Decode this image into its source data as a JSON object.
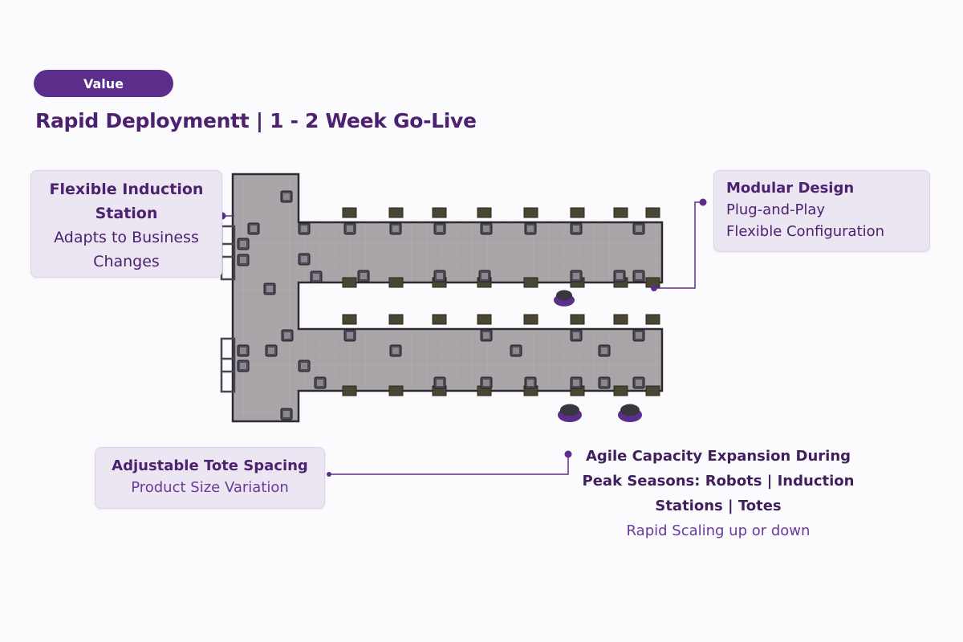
{
  "badge": "Value",
  "title": "Rapid Deploymentt | 1 - 2 Week Go-Live",
  "callouts": {
    "induction": {
      "title_line1": "Flexible Induction",
      "title_line2": "Station",
      "sub_line1": "Adapts to Business",
      "sub_line2": "Changes"
    },
    "modular": {
      "title": "Modular Design",
      "line1": "Plug-and-Play",
      "line2": "Flexible Configuration"
    },
    "tote": {
      "title": "Adjustable Tote Spacing",
      "sub": "Product Size Variation"
    },
    "capacity": {
      "line1": "Agile Capacity Expansion During",
      "line2": "Peak Seasons: Robots | Induction",
      "line3": "Stations | Totes",
      "sub": "Rapid Scaling up or down"
    }
  },
  "colors": {
    "accent": "#5c2e8c",
    "text": "#4b2170",
    "floor": "#a9a5a8",
    "tote": "#4a4634"
  }
}
